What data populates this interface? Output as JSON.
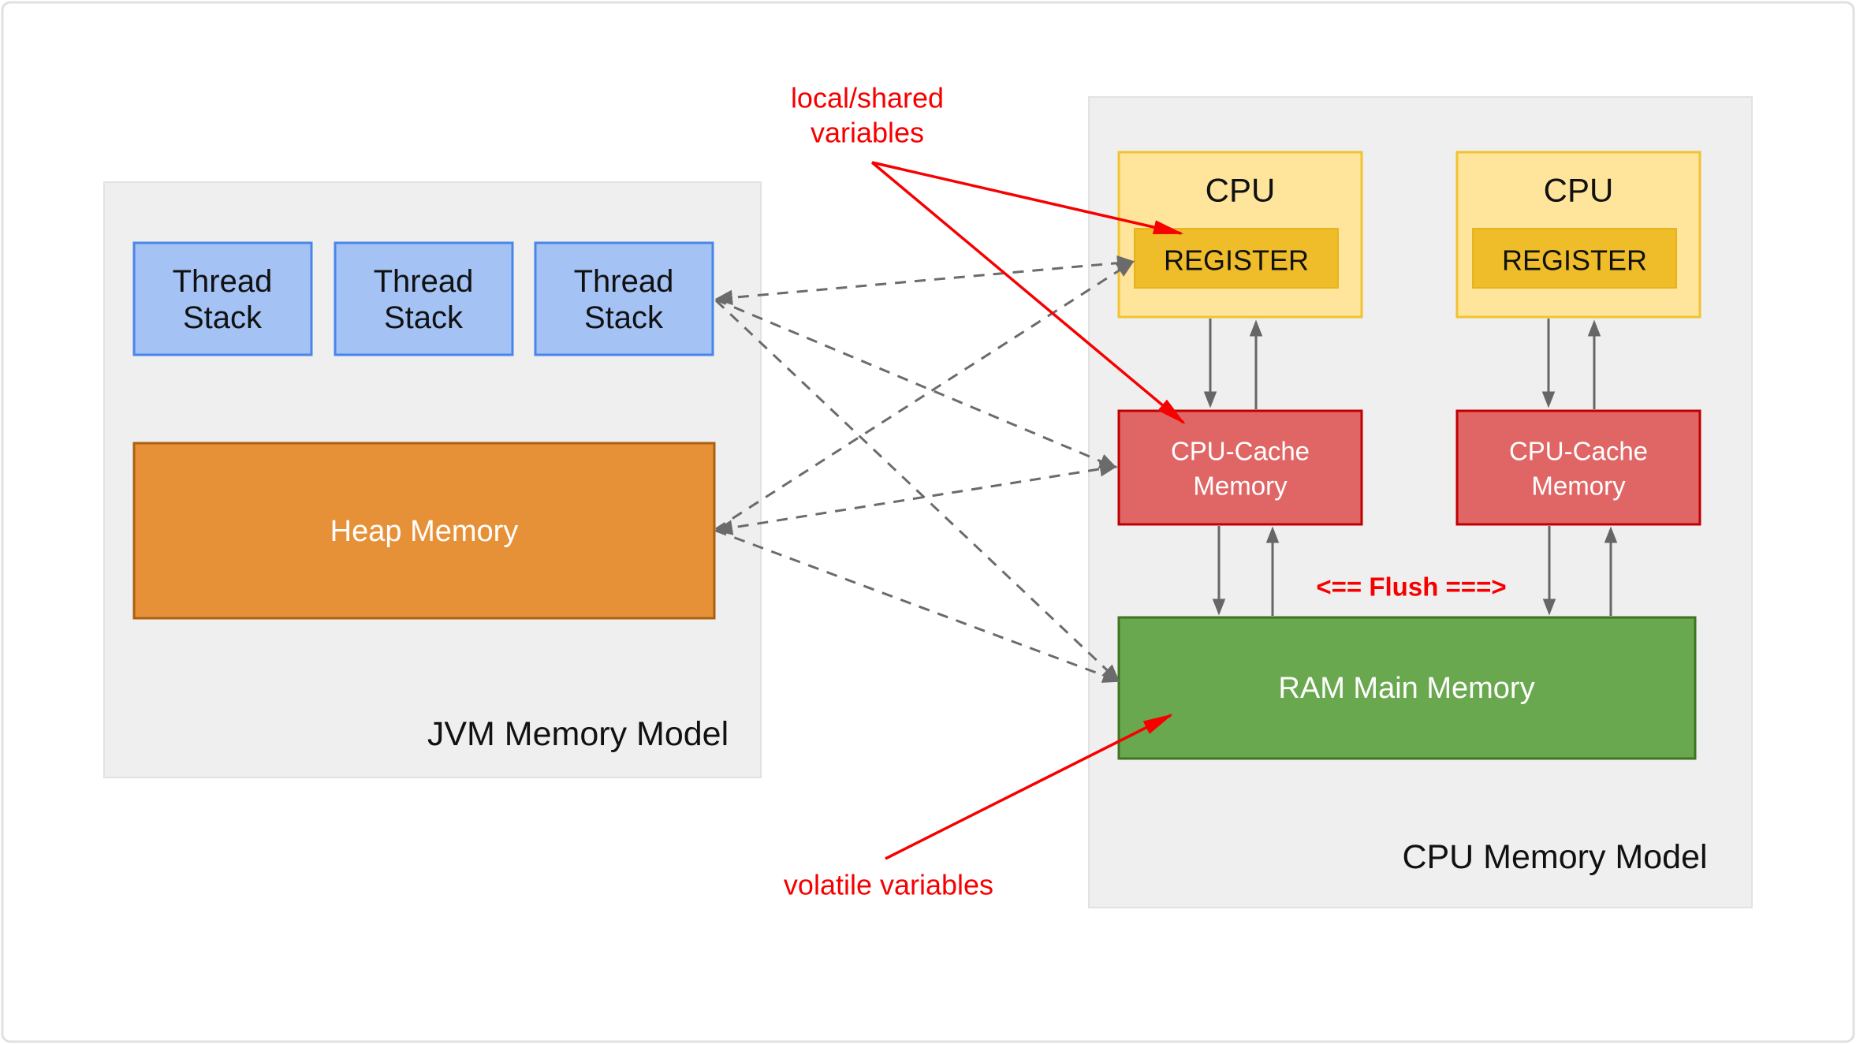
{
  "diagram_title": "JVM / CPU Memory Model diagram",
  "colors": {
    "background": "#ffffff",
    "panel_fill": "#efefef",
    "thread_fill": "#a4c2f4",
    "thread_border": "#4a86e8",
    "heap_fill": "#e69138",
    "cpu_fill": "#ffe59b",
    "cpu_border": "#f1c232",
    "register_fill": "#efbc2a",
    "cache_fill": "#e06666",
    "cache_border": "#c00000",
    "ram_fill": "#6aa84f",
    "ram_border": "#3f7423",
    "arrow_gray": "#666666",
    "annotation_red": "#f60000"
  },
  "jvm_panel": {
    "title": "JVM Memory Model",
    "thread_stacks": [
      {
        "line1": "Thread",
        "line2": "Stack"
      },
      {
        "line1": "Thread",
        "line2": "Stack"
      },
      {
        "line1": "Thread",
        "line2": "Stack"
      }
    ],
    "heap": {
      "label": "Heap Memory"
    }
  },
  "cpu_panel": {
    "title": "CPU Memory Model",
    "cpus": [
      {
        "label": "CPU",
        "register": "REGISTER"
      },
      {
        "label": "CPU",
        "register": "REGISTER"
      }
    ],
    "caches": [
      {
        "line1": "CPU-Cache",
        "line2": "Memory"
      },
      {
        "line1": "CPU-Cache",
        "line2": "Memory"
      }
    ],
    "ram": {
      "label": "RAM Main Memory"
    },
    "flush_label": "<== Flush ===>"
  },
  "annotations": {
    "local_shared": {
      "line1": "local/shared",
      "line2": "variables"
    },
    "volatile": {
      "label": "volatile variables"
    }
  }
}
